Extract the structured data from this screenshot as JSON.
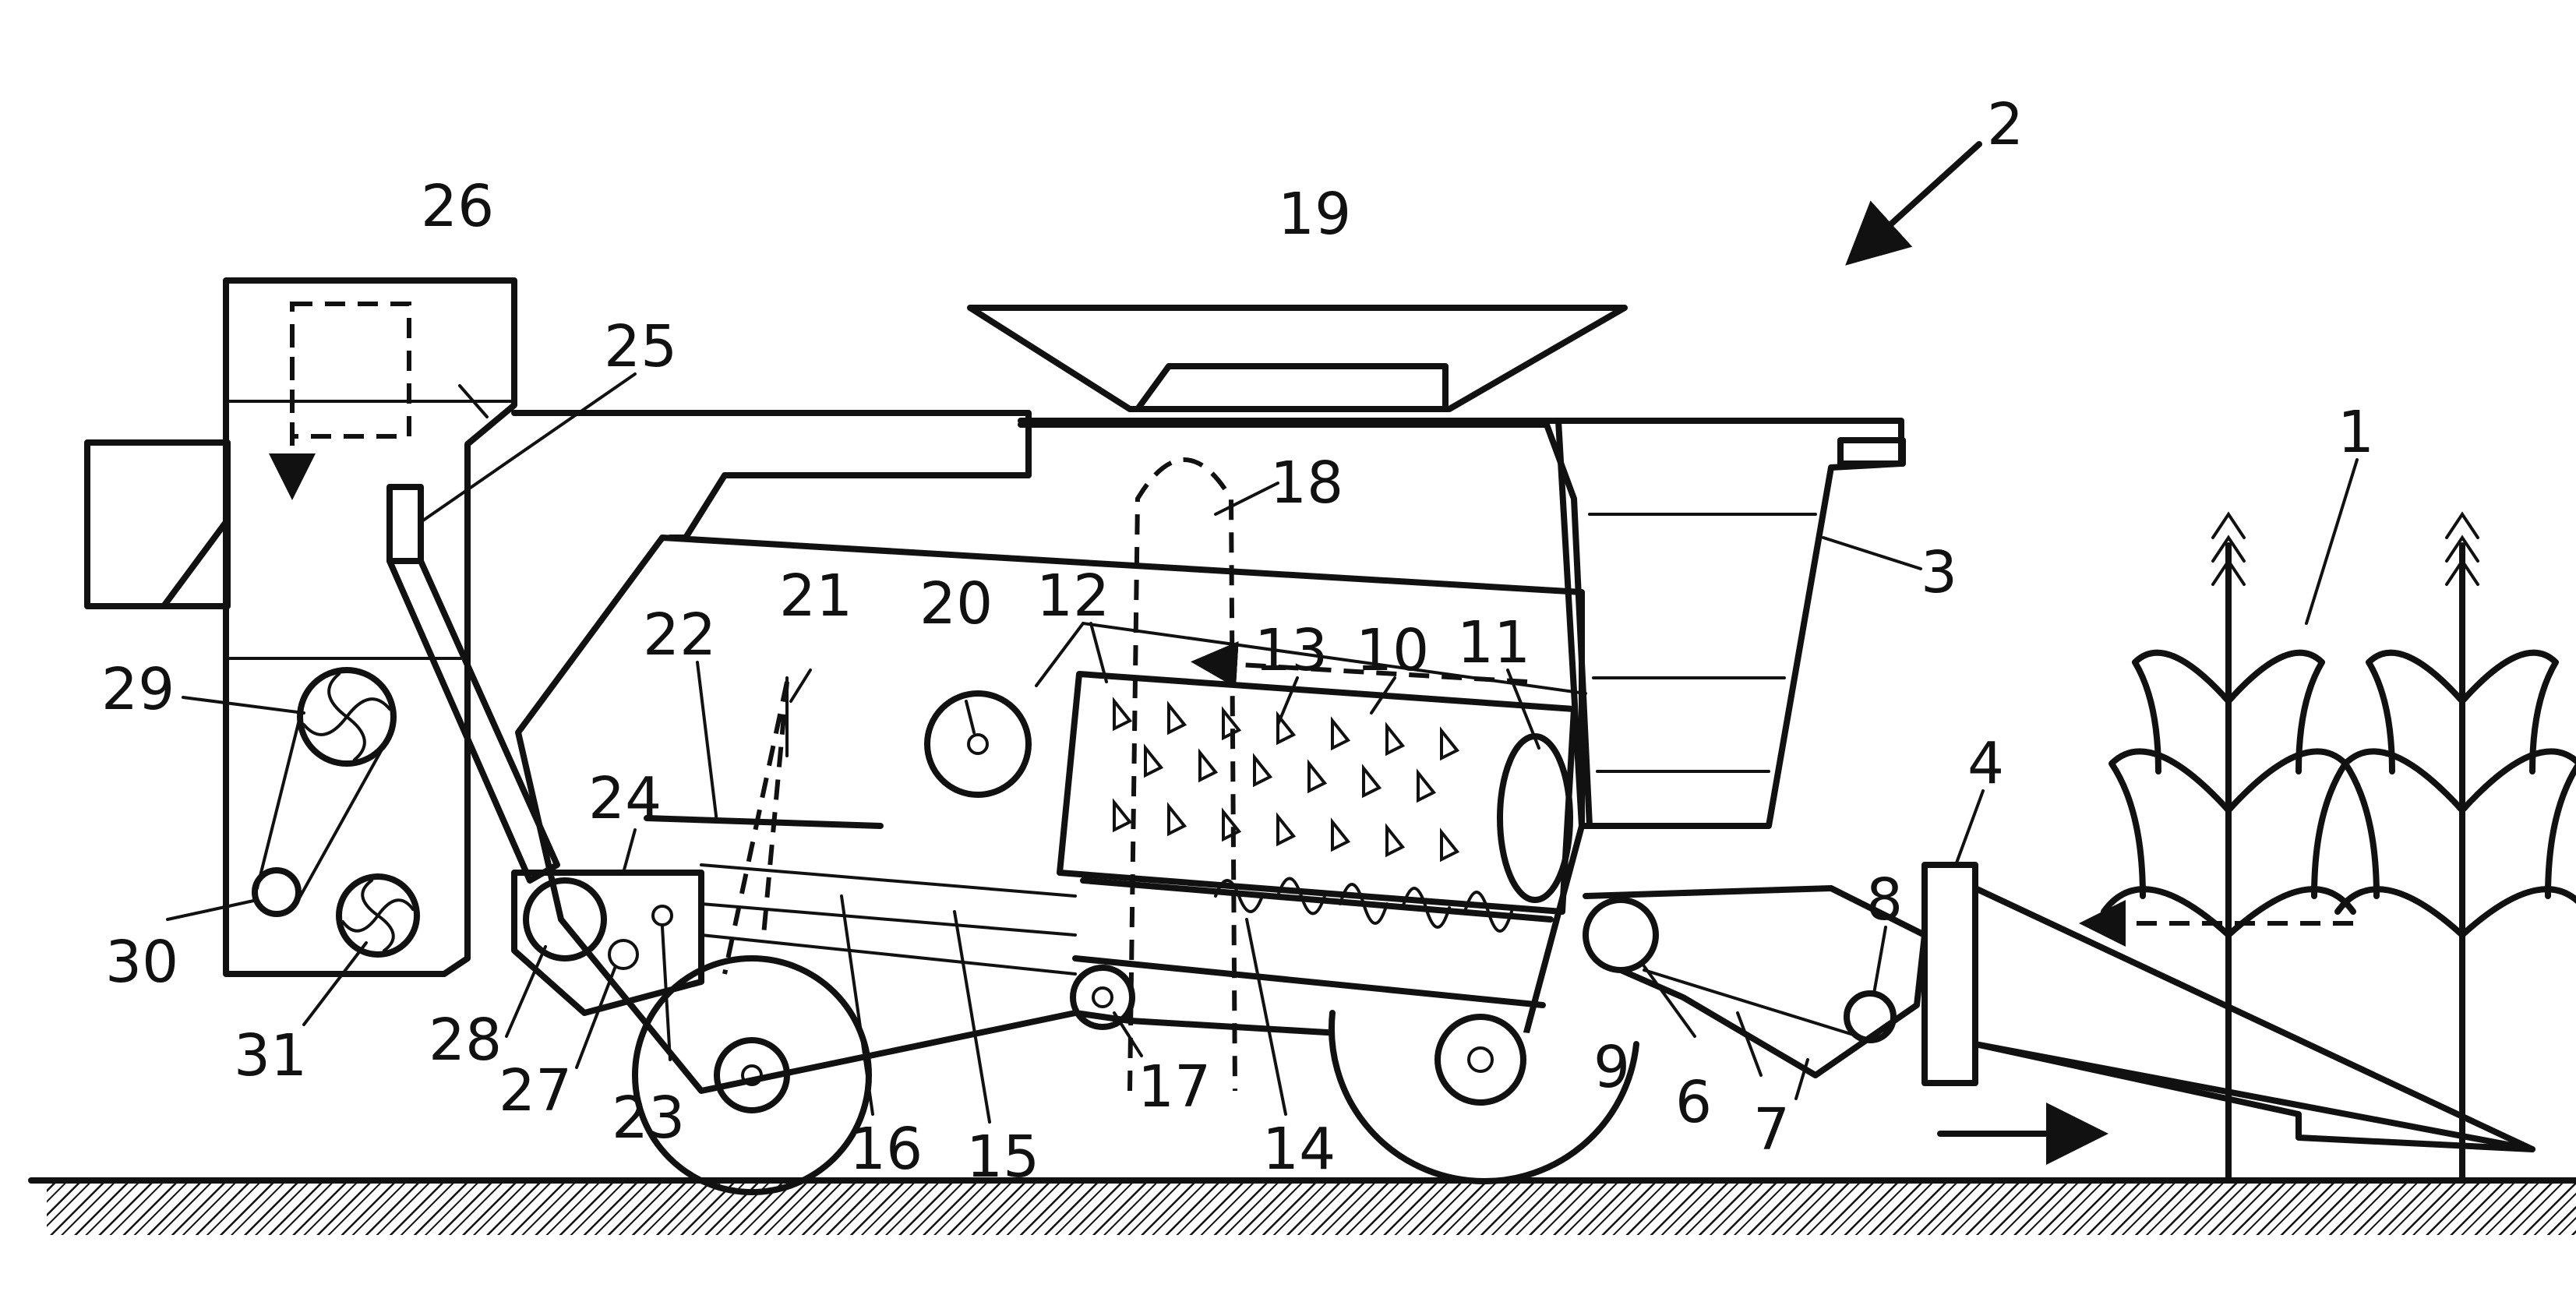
{
  "reference_numerals": {
    "n1": "1",
    "n2": "2",
    "n3": "3",
    "n4": "4",
    "n6": "6",
    "n7": "7",
    "n8": "8",
    "n9": "9",
    "n10": "10",
    "n11": "11",
    "n12": "12",
    "n13": "13",
    "n14": "14",
    "n15": "15",
    "n16": "16",
    "n17": "17",
    "n18": "18",
    "n19": "19",
    "n20": "20",
    "n21": "21",
    "n22": "22",
    "n23": "23",
    "n24": "24",
    "n25": "25",
    "n26": "26",
    "n27": "27",
    "n28": "28",
    "n29": "29",
    "n30": "30",
    "n31": "31"
  },
  "colors": {
    "line": "#111111",
    "background": "#ffffff"
  }
}
